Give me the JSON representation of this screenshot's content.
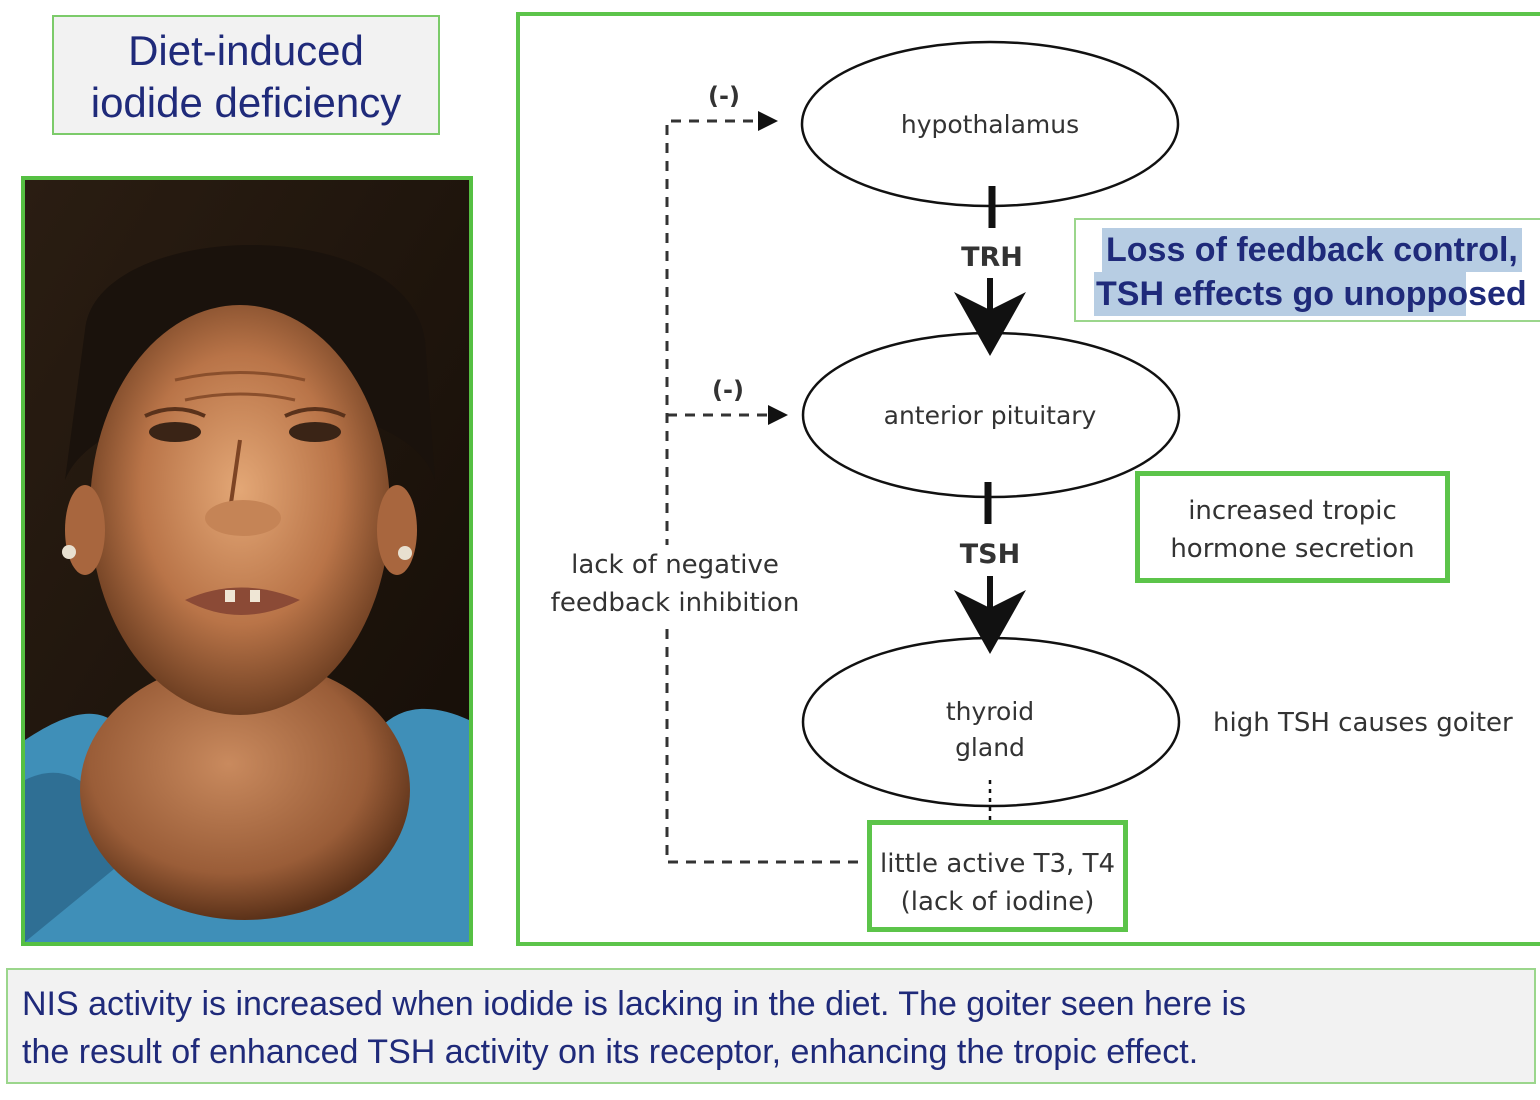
{
  "title": {
    "line1": "Diet-induced",
    "line2": "iodide deficiency"
  },
  "photo": {
    "description_icon": "goiter-patient-photo"
  },
  "diagram": {
    "nodes": {
      "hypothalamus": "hypothalamus",
      "anterior_pituitary": "anterior pituitary",
      "thyroid_line1": "thyroid",
      "thyroid_line2": "gland"
    },
    "hormones": {
      "trh": "TRH",
      "tsh": "TSH"
    },
    "feedback_marks": {
      "upper": "(-)",
      "lower": "(-)"
    },
    "feedback_label": {
      "line1": "lack of negative",
      "line2": "feedback inhibition"
    },
    "side_note": "high TSH causes goiter",
    "callout_feedback": {
      "line1": "Loss of feedback control,",
      "line2": "TSH effects go unopposed"
    },
    "callout_tropic": {
      "line1": "increased tropic",
      "line2": "hormone secretion"
    },
    "callout_t34": {
      "line1": "little active T3, T4",
      "line2": "(lack of iodine)"
    }
  },
  "caption": {
    "line1": "NIS activity is increased when iodide is lacking in the diet. The goiter seen here is",
    "line2": "the result of enhanced TSH activity on its receptor, enhancing the tropic effect."
  },
  "colors": {
    "accent_green": "#5cc44a",
    "title_text": "#1f2a7a",
    "highlight": "#b7cde3"
  }
}
